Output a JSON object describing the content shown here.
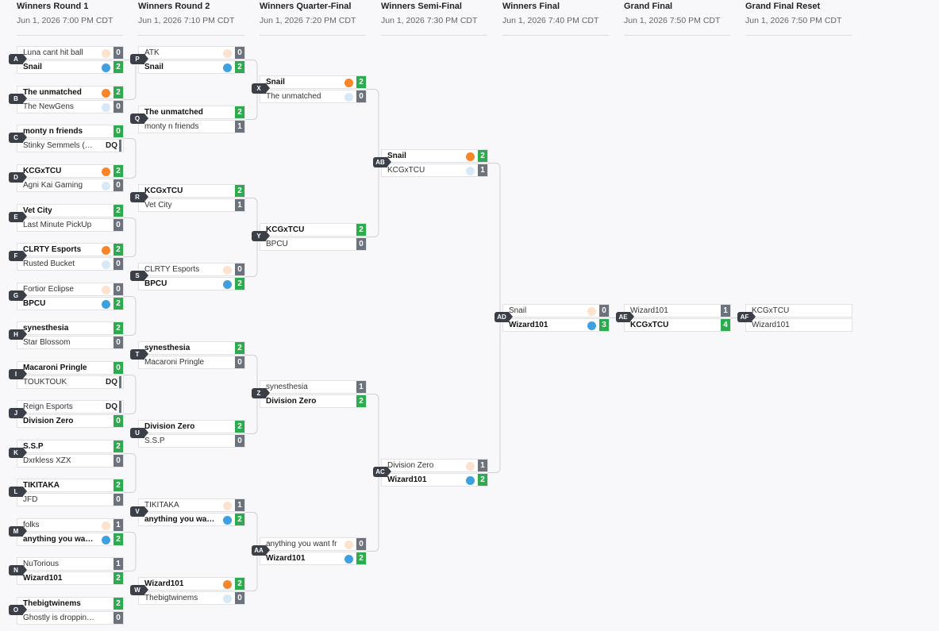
{
  "rounds": [
    {
      "name": "Winners Round 1",
      "date": "Jun 1, 2026 7:00 PM CDT"
    },
    {
      "name": "Winners Round 2",
      "date": "Jun 1, 2026 7:10 PM CDT"
    },
    {
      "name": "Winners Quarter-Final",
      "date": "Jun 1, 2026 7:20 PM CDT"
    },
    {
      "name": "Winners Semi-Final",
      "date": "Jun 1, 2026 7:30 PM CDT"
    },
    {
      "name": "Winners Final",
      "date": "Jun 1, 2026 7:40 PM CDT"
    },
    {
      "name": "Grand Final",
      "date": "Jun 1, 2026 7:50 PM CDT"
    },
    {
      "name": "Grand Final Reset",
      "date": "Jun 1, 2026 7:50 PM CDT"
    }
  ],
  "colors": {
    "win_score": "#2fab4f",
    "loss_score": "#6c737c",
    "orange_dot": "#f7862a",
    "blue_dot": "#3fa0e0",
    "peach_dot": "#fde2cf",
    "lightblue_dot": "#d7e9f6",
    "label_bg": "#3a3f48"
  },
  "matches": [
    {
      "id": "A",
      "round": 0,
      "top": {
        "name": "Luna cant hit ball",
        "score": "0",
        "dot": "peach"
      },
      "bottom": {
        "name": "Snail",
        "score": "2",
        "dot": "blue",
        "win": true
      }
    },
    {
      "id": "B",
      "round": 0,
      "top": {
        "name": "The unmatched",
        "score": "2",
        "dot": "orange",
        "win": true
      },
      "bottom": {
        "name": "The NewGens",
        "score": "0",
        "dot": "lightblue"
      }
    },
    {
      "id": "C",
      "round": 0,
      "top": {
        "name": "monty n friends",
        "score": "0",
        "win": true
      },
      "bottom": {
        "name": "Stinky Semmels (Chr...",
        "score": "DQ",
        "dq": true
      }
    },
    {
      "id": "D",
      "round": 0,
      "top": {
        "name": "KCGxTCU",
        "score": "2",
        "dot": "orange",
        "win": true
      },
      "bottom": {
        "name": "Agni Kai Gaming",
        "score": "0",
        "dot": "lightblue"
      }
    },
    {
      "id": "E",
      "round": 0,
      "top": {
        "name": "Vet City",
        "score": "2",
        "win": true
      },
      "bottom": {
        "name": "Last Minute PickUp",
        "score": "0"
      }
    },
    {
      "id": "F",
      "round": 0,
      "top": {
        "name": "CLRTY Esports",
        "score": "2",
        "dot": "orange",
        "win": true
      },
      "bottom": {
        "name": "Rusted Bucket",
        "score": "0",
        "dot": "lightblue"
      }
    },
    {
      "id": "G",
      "round": 0,
      "top": {
        "name": "Fortior Eclipse",
        "score": "0",
        "dot": "peach"
      },
      "bottom": {
        "name": "BPCU",
        "score": "2",
        "dot": "blue",
        "win": true
      }
    },
    {
      "id": "H",
      "round": 0,
      "top": {
        "name": "synesthesia",
        "score": "2",
        "win": true
      },
      "bottom": {
        "name": "Star Blossom",
        "score": "0"
      }
    },
    {
      "id": "I",
      "round": 0,
      "top": {
        "name": "Macaroni Pringle",
        "score": "0",
        "win": true
      },
      "bottom": {
        "name": "TOUKTOUK",
        "score": "DQ",
        "dq": true
      }
    },
    {
      "id": "J",
      "round": 0,
      "top": {
        "name": "Reign Esports",
        "score": "DQ",
        "dq": true
      },
      "bottom": {
        "name": "Division Zero",
        "score": "0",
        "win": true
      }
    },
    {
      "id": "K",
      "round": 0,
      "top": {
        "name": "S.S.P",
        "score": "2",
        "win": true
      },
      "bottom": {
        "name": "Dxrkless XZX",
        "score": "0"
      }
    },
    {
      "id": "L",
      "round": 0,
      "top": {
        "name": "TIKITAKA",
        "score": "2",
        "win": true
      },
      "bottom": {
        "name": "JFD",
        "score": "0"
      }
    },
    {
      "id": "M",
      "round": 0,
      "top": {
        "name": "folks",
        "score": "1",
        "dot": "peach"
      },
      "bottom": {
        "name": "anything you want fr",
        "score": "2",
        "dot": "blue",
        "win": true
      }
    },
    {
      "id": "N",
      "round": 0,
      "top": {
        "name": "NuTorious",
        "score": "1"
      },
      "bottom": {
        "name": "Wizard101",
        "score": "2",
        "win": true
      }
    },
    {
      "id": "O",
      "round": 0,
      "top": {
        "name": "Thebigtwinems",
        "score": "2",
        "win": true
      },
      "bottom": {
        "name": "Ghostly is dropping a ...",
        "score": "0"
      }
    },
    {
      "id": "P",
      "round": 1,
      "top": {
        "name": "ATK",
        "score": "0",
        "dot": "peach"
      },
      "bottom": {
        "name": "Snail",
        "score": "2",
        "dot": "blue",
        "win": true
      }
    },
    {
      "id": "Q",
      "round": 1,
      "top": {
        "name": "The unmatched",
        "score": "2",
        "win": true
      },
      "bottom": {
        "name": "monty n friends",
        "score": "1"
      }
    },
    {
      "id": "R",
      "round": 1,
      "top": {
        "name": "KCGxTCU",
        "score": "2",
        "win": true
      },
      "bottom": {
        "name": "Vet City",
        "score": "1"
      }
    },
    {
      "id": "S",
      "round": 1,
      "top": {
        "name": "CLRTY Esports",
        "score": "0",
        "dot": "peach"
      },
      "bottom": {
        "name": "BPCU",
        "score": "2",
        "dot": "blue",
        "win": true
      }
    },
    {
      "id": "T",
      "round": 1,
      "top": {
        "name": "synesthesia",
        "score": "2",
        "win": true
      },
      "bottom": {
        "name": "Macaroni Pringle",
        "score": "0"
      }
    },
    {
      "id": "U",
      "round": 1,
      "top": {
        "name": "Division Zero",
        "score": "2",
        "win": true
      },
      "bottom": {
        "name": "S.S.P",
        "score": "0"
      }
    },
    {
      "id": "V",
      "round": 1,
      "top": {
        "name": "TIKITAKA",
        "score": "1",
        "dot": "peach"
      },
      "bottom": {
        "name": "anything you want fr",
        "score": "2",
        "dot": "blue",
        "win": true
      }
    },
    {
      "id": "W",
      "round": 1,
      "top": {
        "name": "Wizard101",
        "score": "2",
        "dot": "orange",
        "win": true
      },
      "bottom": {
        "name": "Thebigtwinems",
        "score": "0",
        "dot": "lightblue"
      }
    },
    {
      "id": "X",
      "round": 2,
      "top": {
        "name": "Snail",
        "score": "2",
        "dot": "orange",
        "win": true
      },
      "bottom": {
        "name": "The unmatched",
        "score": "0",
        "dot": "lightblue"
      }
    },
    {
      "id": "Y",
      "round": 2,
      "top": {
        "name": "KCGxTCU",
        "score": "2",
        "win": true
      },
      "bottom": {
        "name": "BPCU",
        "score": "0"
      }
    },
    {
      "id": "Z",
      "round": 2,
      "top": {
        "name": "synesthesia",
        "score": "1"
      },
      "bottom": {
        "name": "Division Zero",
        "score": "2",
        "win": true
      }
    },
    {
      "id": "AA",
      "round": 2,
      "top": {
        "name": "anything you want fr",
        "score": "0",
        "dot": "peach"
      },
      "bottom": {
        "name": "Wizard101",
        "score": "2",
        "dot": "blue",
        "win": true
      }
    },
    {
      "id": "AB",
      "round": 3,
      "top": {
        "name": "Snail",
        "score": "2",
        "dot": "orange",
        "win": true
      },
      "bottom": {
        "name": "KCGxTCU",
        "score": "1",
        "dot": "lightblue"
      }
    },
    {
      "id": "AC",
      "round": 3,
      "top": {
        "name": "Division Zero",
        "score": "1",
        "dot": "peach"
      },
      "bottom": {
        "name": "Wizard101",
        "score": "2",
        "dot": "blue",
        "win": true
      }
    },
    {
      "id": "AD",
      "round": 4,
      "top": {
        "name": "Snail",
        "score": "0",
        "dot": "peach"
      },
      "bottom": {
        "name": "Wizard101",
        "score": "3",
        "dot": "blue",
        "win": true
      }
    },
    {
      "id": "AE",
      "round": 5,
      "top": {
        "name": "Wizard101",
        "score": "1"
      },
      "bottom": {
        "name": "KCGxTCU",
        "score": "4",
        "win": true
      }
    },
    {
      "id": "AF",
      "round": 6,
      "top": {
        "name": "KCGxTCU"
      },
      "bottom": {
        "name": "Wizard101"
      }
    }
  ]
}
